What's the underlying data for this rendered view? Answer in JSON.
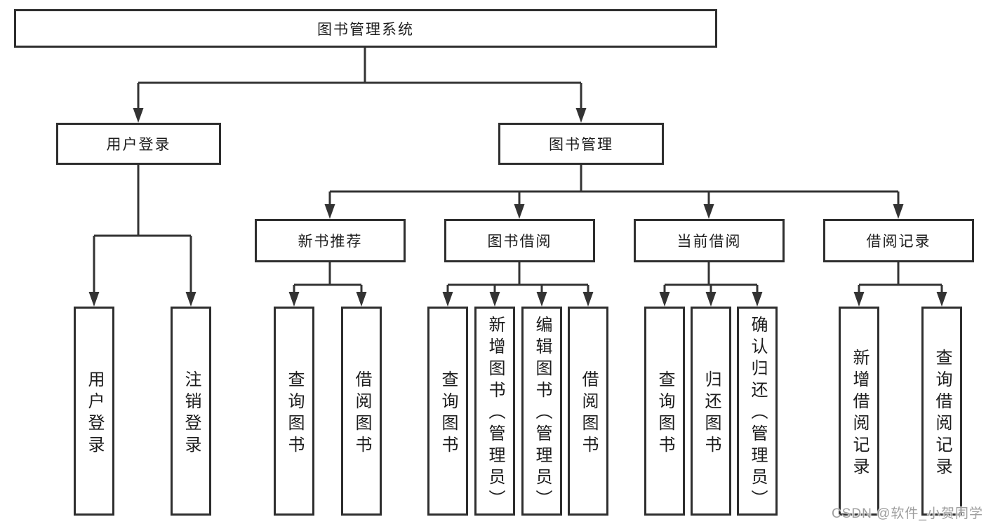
{
  "diagram": {
    "nodes": {
      "root": {
        "label": "图书管理系统"
      },
      "user_login": {
        "label": "用户登录",
        "children": {
          "login": {
            "label": "用户登录"
          },
          "logout": {
            "label": "注销登录"
          }
        }
      },
      "book_mgmt": {
        "label": "图书管理",
        "children": {
          "new_books": {
            "label": "新书推荐",
            "children": {
              "query": {
                "label": "查询图书"
              },
              "borrow": {
                "label": "借阅图书"
              }
            }
          },
          "borrowing": {
            "label": "图书借阅",
            "children": {
              "query": {
                "label": "查询图书"
              },
              "add": {
                "label": "新增图书（管理员）"
              },
              "edit": {
                "label": "编辑图书（管理员）"
              },
              "borrow": {
                "label": "借阅图书"
              }
            }
          },
          "current": {
            "label": "当前借阅",
            "children": {
              "query": {
                "label": "查询图书"
              },
              "return": {
                "label": "归还图书"
              },
              "confirm": {
                "label": "确认归还（管理员）"
              }
            }
          },
          "records": {
            "label": "借阅记录",
            "children": {
              "add": {
                "label": "新增借阅记录"
              },
              "query": {
                "label": "查询借阅记录"
              }
            }
          }
        }
      }
    },
    "colors": {
      "line": "#333333",
      "box_border": "#2e2e2e",
      "box_fill": "#ffffff",
      "text": "#1d1d1d",
      "watermark": "#9e9e9e"
    }
  },
  "watermark": {
    "text": "CSDN @软件_小贺同学"
  }
}
